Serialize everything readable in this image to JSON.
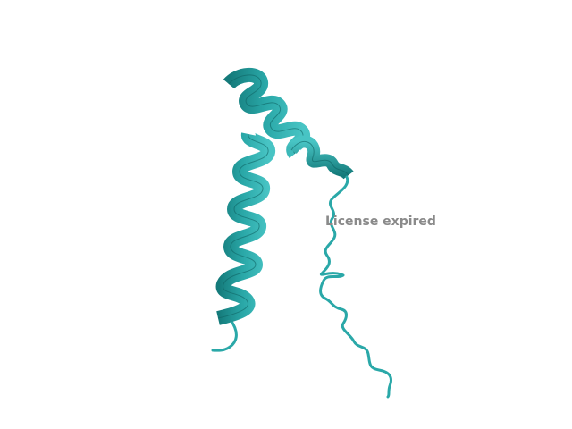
{
  "viewer": {
    "background_color": "#ffffff",
    "watermark_text": "License expired",
    "watermark_color": "#8a8a8a"
  },
  "structure": {
    "representation": "cartoon",
    "ribbon_color": "#2aa8a8",
    "ribbon_dark_color": "#147a7a",
    "ribbon_light_color": "#48c4c4",
    "segments": [
      "helix-a",
      "helix-b",
      "helix-c",
      "coil-tail",
      "coil-foot"
    ]
  }
}
